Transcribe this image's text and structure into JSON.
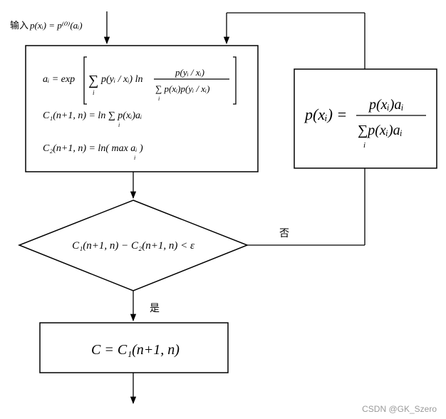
{
  "input_prefix": "输入",
  "input_formula": "p(xᵢ) = p⁽⁰⁾(aᵢ)",
  "calc_box": {
    "eq_a_lhs": "aᵢ = exp",
    "eq_a_sum": "∑",
    "eq_a_sum_sub": "i",
    "eq_a_term": "p(yᵢ / xᵢ) ln",
    "eq_a_num": "p(yᵢ / xᵢ)",
    "eq_a_den": "∑ p(xᵢ)p(yᵢ / xᵢ)",
    "eq_a_den_sub": "i",
    "eq_c1": "C₁(n+1, n) = ln ∑ p(xᵢ)aᵢ",
    "eq_c1_sub": "i",
    "eq_c2": "C₂(n+1, n) = ln( max aᵢ )",
    "eq_c2_sub": "i"
  },
  "update_box": {
    "lhs": "p(xᵢ) =",
    "num": "p(xᵢ)aᵢ",
    "den": "∑p(xᵢ)aᵢ",
    "den_sub": "i"
  },
  "decision": "C₁(n+1, n) − C₂(n+1, n) < ε",
  "label_no": "否",
  "label_yes": "是",
  "result": "C = C₁(n+1, n)",
  "watermark": "CSDN @GK_Szero"
}
